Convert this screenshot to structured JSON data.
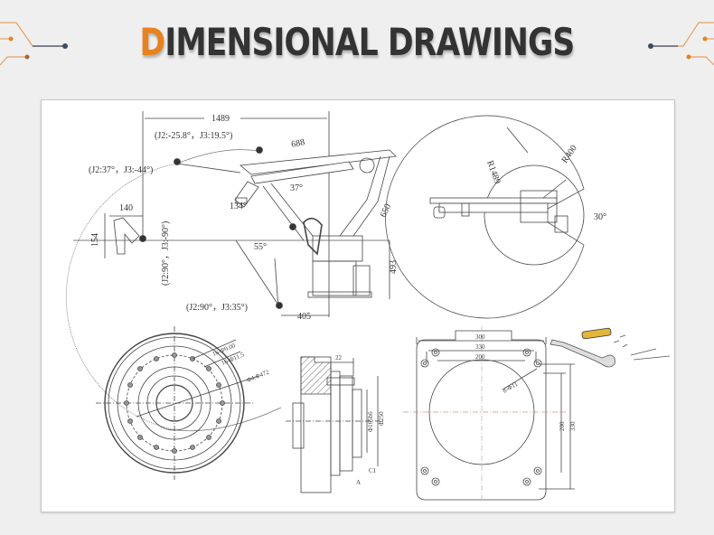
{
  "header": {
    "title_first_letter": "D",
    "title_rest": "IMENSIONAL DRAWINGS",
    "accent_color": "#e8821e",
    "title_color": "#333333",
    "navy_dot_color": "#3d4a66"
  },
  "side_view": {
    "reach_dim": "1489",
    "pose_top": "(J2:-25.8°，J3:19.5°)",
    "pose_left": "(J2:37°，J3:-44°)",
    "pose_vertical": "(J2:90°，J3:-90°)",
    "pose_bottom": "(J2:90°，J3:35°)",
    "arm_len_688": "688",
    "arm_len_650": "650",
    "angle_37": "37°",
    "angle_134": "134°",
    "angle_55": "55°",
    "flange_width": "140",
    "flange_height": "154",
    "base_height": "493",
    "base_offset": "405"
  },
  "top_view": {
    "outer_radius": "R1489",
    "inner_radius": "R400",
    "dead_angle": "30°"
  },
  "flange_front": {
    "labels": [
      "16-Φ9.00",
      "16-Φ11.5",
      "Φ4.Φ472"
    ]
  },
  "flange_section": {
    "dim_top": "22",
    "dim_bore": "Φ165h6",
    "dim_outer": "Φ250",
    "chamfer": "C1",
    "mark": "A"
  },
  "base_plate": {
    "width_outer": "300",
    "width_mid": "330",
    "width_inner": "200",
    "height_inner": "200",
    "height_outer": "330",
    "hole_label": "8-Φ11"
  },
  "tools": {
    "items": [
      "screwdriver-icon",
      "wrench-icon",
      "screws-icon",
      "drill-bit-icon"
    ]
  }
}
